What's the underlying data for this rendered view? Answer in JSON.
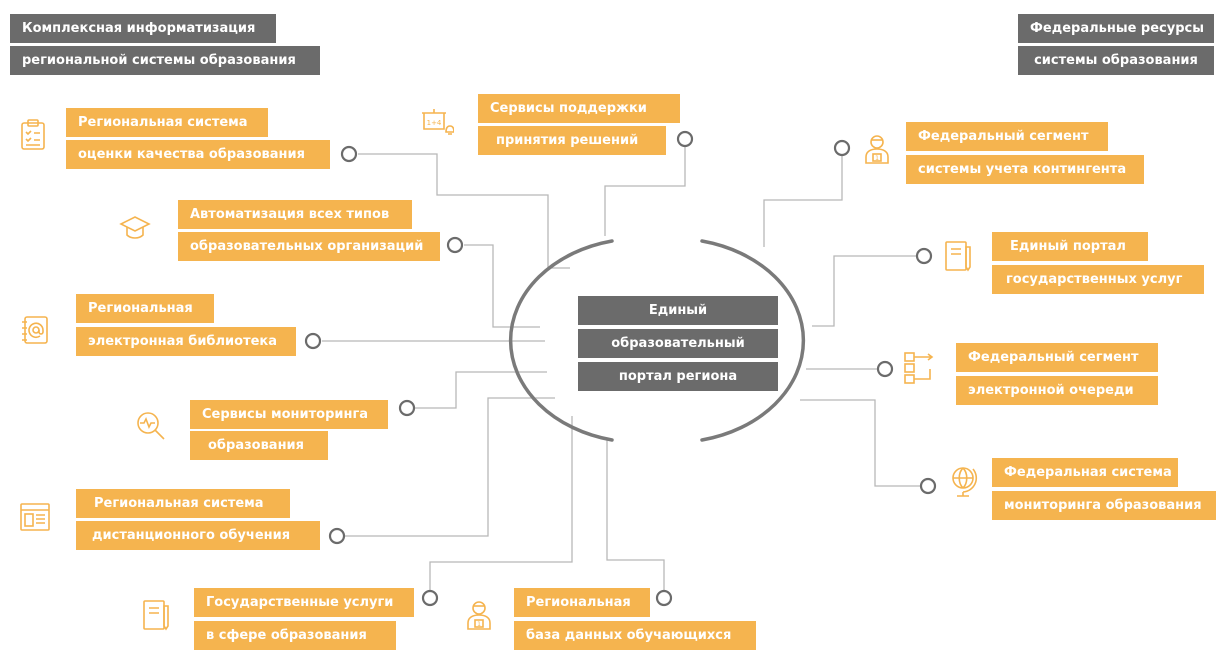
{
  "header_left": [
    "Комплексная информатизация",
    "региональной системы образования"
  ],
  "header_right": [
    "Федеральные ресурсы",
    "системы образования"
  ],
  "center": [
    "Единый",
    "образовательный",
    "портал региона"
  ],
  "nodes": {
    "assessment": [
      "Региональная система",
      "оценки качества образования"
    ],
    "automation": [
      "Автоматизация всех типов",
      "образовательных организаций"
    ],
    "library": [
      "Региональная",
      "электронная библиотека"
    ],
    "monitoring": [
      "Сервисы мониторинга",
      "образования"
    ],
    "distance": [
      "Региональная система",
      "дистанционного обучения"
    ],
    "gov_services_edu": [
      "Государственные услуги",
      "в сфере образования"
    ],
    "students_db": [
      "Региональная",
      "база данных обучающихся"
    ],
    "decision_support": [
      "Сервисы поддержки",
      "принятия решений"
    ],
    "federal_contingent": [
      "Федеральный сегмент",
      "системы учета контингента"
    ],
    "gov_portal": [
      "Единый портал",
      "государственных услуг"
    ],
    "federal_queue": [
      "Федеральный сегмент",
      "электронной очереди"
    ],
    "federal_monitoring": [
      "Федеральная система",
      "мониторинга образования"
    ]
  },
  "colors": {
    "accent": "#f5b44f",
    "gray": "#6b6b6b",
    "line": "#b8b8b8",
    "ring": "#7a7a7a"
  },
  "icons": {
    "assessment": "clipboard-checklist-icon",
    "automation": "graduation-cap-icon",
    "library": "notebook-at-icon",
    "monitoring": "magnifier-pulse-icon",
    "distance": "browser-window-icon",
    "gov_services_edu": "document-pencil-icon",
    "students_db": "student-icon",
    "decision_support": "presentation-bell-icon",
    "federal_contingent": "student-icon",
    "gov_portal": "document-pencil-icon",
    "federal_queue": "queue-flow-icon",
    "federal_monitoring": "globe-icon"
  }
}
